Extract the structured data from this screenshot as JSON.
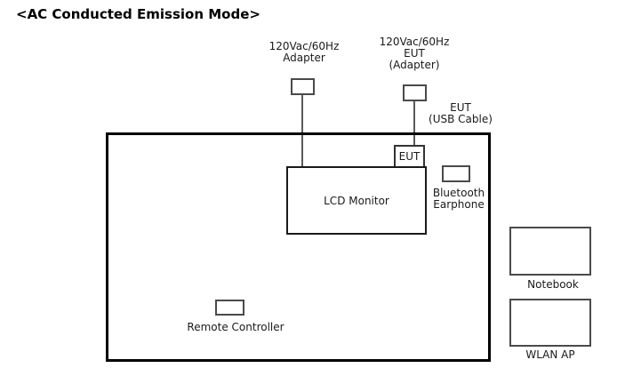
{
  "title": "<AC Conducted Emission Mode>",
  "diagram": {
    "adapter_label": "120Vac/60Hz\nAdapter",
    "eut_adapter_label": "120Vac/60Hz\nEUT\n(Adapter)",
    "eut_usb_label": "EUT\n(USB Cable)",
    "eut_box_label": "EUT",
    "lcd_monitor_label": "LCD Monitor",
    "bluetooth_label": "Bluetooth\nEarphone",
    "remote_label": "Remote Controller",
    "notebook_label": "Notebook",
    "wlan_label": "WLAN AP"
  },
  "colors": {
    "line": "#5a5a5a",
    "box_border": "#4a4a4a",
    "test_area_border": "#000000"
  }
}
